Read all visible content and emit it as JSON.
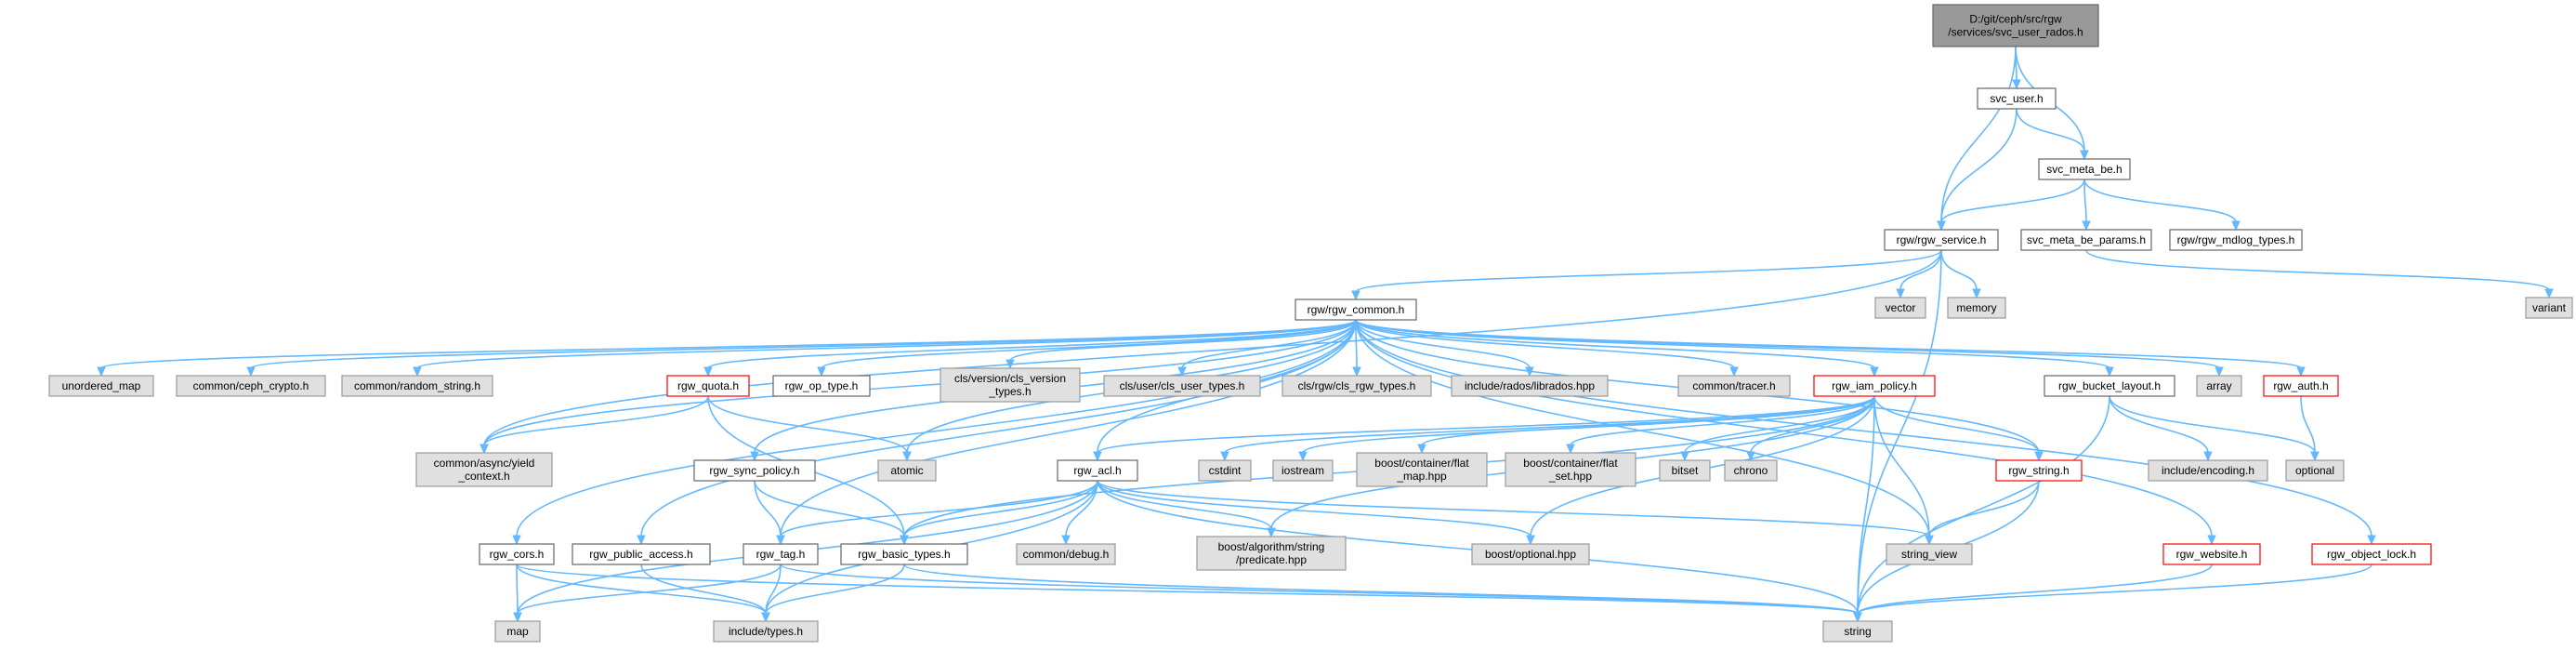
{
  "colors": {
    "edge": "#63b8ff",
    "root_fill": "#999999",
    "plain_fill": "#ffffff",
    "system_fill": "#e0e0e0",
    "truncated_border": "#ff0000",
    "border": "#666666"
  },
  "nodes": {
    "svc_user_rados": {
      "lines": [
        "D:/git/ceph/src/rgw",
        "/services/svc_user_rados.h"
      ],
      "kind": "root"
    },
    "svc_user": {
      "lines": [
        "svc_user.h"
      ],
      "kind": "plain"
    },
    "svc_meta_be": {
      "lines": [
        "svc_meta_be.h"
      ],
      "kind": "plain"
    },
    "rgw_service": {
      "lines": [
        "rgw/rgw_service.h"
      ],
      "kind": "plain"
    },
    "svc_meta_be_params": {
      "lines": [
        "svc_meta_be_params.h"
      ],
      "kind": "plain"
    },
    "rgw_mdlog_types": {
      "lines": [
        "rgw/rgw_mdlog_types.h"
      ],
      "kind": "plain"
    },
    "vector": {
      "lines": [
        "vector"
      ],
      "kind": "system"
    },
    "memory": {
      "lines": [
        "memory"
      ],
      "kind": "system"
    },
    "variant": {
      "lines": [
        "variant"
      ],
      "kind": "system"
    },
    "rgw_common": {
      "lines": [
        "rgw/rgw_common.h"
      ],
      "kind": "plain"
    },
    "unordered_map": {
      "lines": [
        "unordered_map"
      ],
      "kind": "system"
    },
    "ceph_crypto": {
      "lines": [
        "common/ceph_crypto.h"
      ],
      "kind": "system"
    },
    "random_string": {
      "lines": [
        "common/random_string.h"
      ],
      "kind": "system"
    },
    "rgw_quota": {
      "lines": [
        "rgw_quota.h"
      ],
      "kind": "truncated"
    },
    "rgw_op_type": {
      "lines": [
        "rgw_op_type.h"
      ],
      "kind": "plain"
    },
    "cls_version_types": {
      "lines": [
        "cls/version/cls_version",
        "_types.h"
      ],
      "kind": "system"
    },
    "cls_user_types": {
      "lines": [
        "cls/user/cls_user_types.h"
      ],
      "kind": "system"
    },
    "cls_rgw_types": {
      "lines": [
        "cls/rgw/cls_rgw_types.h"
      ],
      "kind": "system"
    },
    "librados": {
      "lines": [
        "include/rados/librados.hpp"
      ],
      "kind": "system"
    },
    "tracer": {
      "lines": [
        "common/tracer.h"
      ],
      "kind": "system"
    },
    "rgw_iam_policy": {
      "lines": [
        "rgw_iam_policy.h"
      ],
      "kind": "truncated"
    },
    "rgw_bucket_layout": {
      "lines": [
        "rgw_bucket_layout.h"
      ],
      "kind": "plain"
    },
    "array": {
      "lines": [
        "array"
      ],
      "kind": "system"
    },
    "rgw_auth": {
      "lines": [
        "rgw_auth.h"
      ],
      "kind": "truncated"
    },
    "yield_context": {
      "lines": [
        "common/async/yield",
        "_context.h"
      ],
      "kind": "system"
    },
    "atomic": {
      "lines": [
        "atomic"
      ],
      "kind": "system"
    },
    "rgw_sync_policy": {
      "lines": [
        "rgw_sync_policy.h"
      ],
      "kind": "plain"
    },
    "rgw_acl": {
      "lines": [
        "rgw_acl.h"
      ],
      "kind": "plain"
    },
    "cstdint": {
      "lines": [
        "cstdint"
      ],
      "kind": "system"
    },
    "iostream": {
      "lines": [
        "iostream"
      ],
      "kind": "system"
    },
    "flat_map": {
      "lines": [
        "boost/container/flat",
        "_map.hpp"
      ],
      "kind": "system"
    },
    "flat_set": {
      "lines": [
        "boost/container/flat",
        "_set.hpp"
      ],
      "kind": "system"
    },
    "bitset": {
      "lines": [
        "bitset"
      ],
      "kind": "system"
    },
    "chrono": {
      "lines": [
        "chrono"
      ],
      "kind": "system"
    },
    "rgw_string": {
      "lines": [
        "rgw_string.h"
      ],
      "kind": "truncated"
    },
    "include_encoding": {
      "lines": [
        "include/encoding.h"
      ],
      "kind": "system"
    },
    "optional": {
      "lines": [
        "optional"
      ],
      "kind": "system"
    },
    "common_debug": {
      "lines": [
        "common/debug.h"
      ],
      "kind": "system"
    },
    "predicate": {
      "lines": [
        "boost/algorithm/string",
        "/predicate.hpp"
      ],
      "kind": "system"
    },
    "boost_optional": {
      "lines": [
        "boost/optional.hpp"
      ],
      "kind": "system"
    },
    "string_view": {
      "lines": [
        "string_view"
      ],
      "kind": "system"
    },
    "rgw_cors": {
      "lines": [
        "rgw_cors.h"
      ],
      "kind": "plain"
    },
    "rgw_public_access": {
      "lines": [
        "rgw_public_access.h"
      ],
      "kind": "plain"
    },
    "rgw_tag": {
      "lines": [
        "rgw_tag.h"
      ],
      "kind": "plain"
    },
    "rgw_basic_types": {
      "lines": [
        "rgw_basic_types.h"
      ],
      "kind": "plain"
    },
    "rgw_website": {
      "lines": [
        "rgw_website.h"
      ],
      "kind": "truncated"
    },
    "rgw_object_lock": {
      "lines": [
        "rgw_object_lock.h"
      ],
      "kind": "truncated"
    },
    "map": {
      "lines": [
        "map"
      ],
      "kind": "system"
    },
    "include_types": {
      "lines": [
        "include/types.h"
      ],
      "kind": "system"
    },
    "string": {
      "lines": [
        "string"
      ],
      "kind": "system"
    }
  },
  "edges": [
    [
      "svc_user_rados",
      "svc_user"
    ],
    [
      "svc_user_rados",
      "svc_meta_be"
    ],
    [
      "svc_user_rados",
      "rgw_service"
    ],
    [
      "svc_user",
      "svc_meta_be"
    ],
    [
      "svc_user",
      "rgw_service"
    ],
    [
      "svc_meta_be",
      "rgw_service"
    ],
    [
      "svc_meta_be",
      "svc_meta_be_params"
    ],
    [
      "svc_meta_be",
      "rgw_mdlog_types"
    ],
    [
      "rgw_service",
      "vector"
    ],
    [
      "rgw_service",
      "memory"
    ],
    [
      "rgw_service",
      "rgw_common"
    ],
    [
      "rgw_service",
      "string"
    ],
    [
      "rgw_service",
      "yield_context"
    ],
    [
      "svc_meta_be_params",
      "variant"
    ],
    [
      "rgw_common",
      "unordered_map"
    ],
    [
      "rgw_common",
      "ceph_crypto"
    ],
    [
      "rgw_common",
      "random_string"
    ],
    [
      "rgw_common",
      "rgw_quota"
    ],
    [
      "rgw_common",
      "rgw_op_type"
    ],
    [
      "rgw_common",
      "cls_version_types"
    ],
    [
      "rgw_common",
      "cls_user_types"
    ],
    [
      "rgw_common",
      "cls_rgw_types"
    ],
    [
      "rgw_common",
      "librados"
    ],
    [
      "rgw_common",
      "tracer"
    ],
    [
      "rgw_common",
      "rgw_iam_policy"
    ],
    [
      "rgw_common",
      "rgw_bucket_layout"
    ],
    [
      "rgw_common",
      "array"
    ],
    [
      "rgw_common",
      "rgw_auth"
    ],
    [
      "rgw_common",
      "yield_context"
    ],
    [
      "rgw_common",
      "atomic"
    ],
    [
      "rgw_common",
      "rgw_sync_policy"
    ],
    [
      "rgw_common",
      "rgw_acl"
    ],
    [
      "rgw_common",
      "rgw_cors"
    ],
    [
      "rgw_common",
      "rgw_public_access"
    ],
    [
      "rgw_common",
      "rgw_tag"
    ],
    [
      "rgw_common",
      "rgw_website"
    ],
    [
      "rgw_common",
      "rgw_object_lock"
    ],
    [
      "rgw_common",
      "string_view"
    ],
    [
      "rgw_common",
      "rgw_string"
    ],
    [
      "rgw_quota",
      "atomic"
    ],
    [
      "rgw_quota",
      "yield_context"
    ],
    [
      "rgw_quota",
      "rgw_basic_types"
    ],
    [
      "rgw_iam_policy",
      "cstdint"
    ],
    [
      "rgw_iam_policy",
      "iostream"
    ],
    [
      "rgw_iam_policy",
      "flat_map"
    ],
    [
      "rgw_iam_policy",
      "flat_set"
    ],
    [
      "rgw_iam_policy",
      "bitset"
    ],
    [
      "rgw_iam_policy",
      "chrono"
    ],
    [
      "rgw_iam_policy",
      "rgw_string"
    ],
    [
      "rgw_iam_policy",
      "rgw_acl"
    ],
    [
      "rgw_iam_policy",
      "rgw_basic_types"
    ],
    [
      "rgw_iam_policy",
      "predicate"
    ],
    [
      "rgw_iam_policy",
      "boost_optional"
    ],
    [
      "rgw_iam_policy",
      "string_view"
    ],
    [
      "rgw_iam_policy",
      "string"
    ],
    [
      "rgw_bucket_layout",
      "include_encoding"
    ],
    [
      "rgw_bucket_layout",
      "optional"
    ],
    [
      "rgw_bucket_layout",
      "string"
    ],
    [
      "rgw_auth",
      "optional"
    ],
    [
      "rgw_sync_policy",
      "rgw_basic_types"
    ],
    [
      "rgw_sync_policy",
      "rgw_tag"
    ],
    [
      "rgw_acl",
      "common_debug"
    ],
    [
      "rgw_acl",
      "predicate"
    ],
    [
      "rgw_acl",
      "boost_optional"
    ],
    [
      "rgw_acl",
      "rgw_basic_types"
    ],
    [
      "rgw_acl",
      "rgw_tag"
    ],
    [
      "rgw_acl",
      "string_view"
    ],
    [
      "rgw_acl",
      "string"
    ],
    [
      "rgw_acl",
      "map"
    ],
    [
      "rgw_acl",
      "include_types"
    ],
    [
      "rgw_string",
      "string_view"
    ],
    [
      "rgw_string",
      "string"
    ],
    [
      "rgw_cors",
      "map"
    ],
    [
      "rgw_cors",
      "include_types"
    ],
    [
      "rgw_cors",
      "string"
    ],
    [
      "rgw_public_access",
      "include_types"
    ],
    [
      "rgw_tag",
      "map"
    ],
    [
      "rgw_tag",
      "include_types"
    ],
    [
      "rgw_tag",
      "string"
    ],
    [
      "rgw_basic_types",
      "include_types"
    ],
    [
      "rgw_basic_types",
      "string"
    ],
    [
      "rgw_website",
      "string"
    ],
    [
      "rgw_object_lock",
      "string"
    ]
  ]
}
